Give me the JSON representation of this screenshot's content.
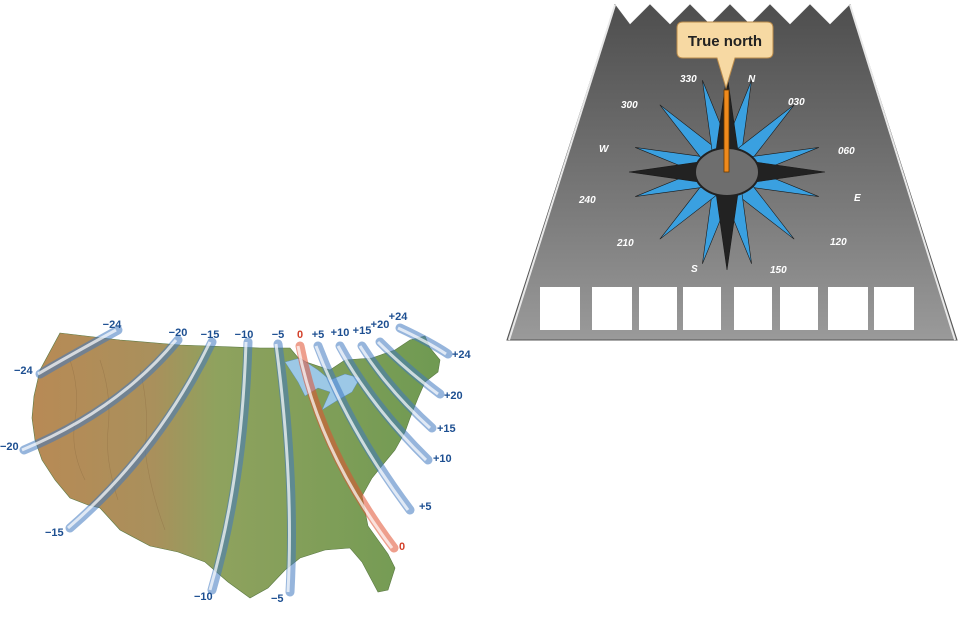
{
  "map": {
    "isogonic_lines": [
      {
        "id": "w24",
        "top": "−24",
        "bottom": "−24"
      },
      {
        "id": "w20",
        "top": "−20",
        "bottom": "−20"
      },
      {
        "id": "w15",
        "top": "−15",
        "bottom": "−15"
      },
      {
        "id": "w10",
        "top": "−10",
        "bottom": "−10"
      },
      {
        "id": "w5",
        "top": "−5",
        "bottom": "−5"
      },
      {
        "id": "zero",
        "top": "0",
        "bottom": "0"
      },
      {
        "id": "e5",
        "top": "+5",
        "bottom": "+5"
      },
      {
        "id": "e10",
        "top": "+10",
        "bottom": "+10"
      },
      {
        "id": "e15",
        "top": "+15",
        "bottom": "+15"
      },
      {
        "id": "e20",
        "top": "+20",
        "bottom": "+20"
      },
      {
        "id": "e24",
        "top": "+24",
        "bottom": "+24"
      }
    ],
    "colors": {
      "land": "#6f9a52",
      "water": "#9cc8e6",
      "line_blue": "#3f78c0",
      "line_red": "#e0502f"
    }
  },
  "compass": {
    "callout": "True north",
    "labels": {
      "n": "N",
      "e": "E",
      "s": "S",
      "w": "W",
      "d030": "030",
      "d060": "060",
      "d120": "120",
      "d150": "150",
      "d210": "210",
      "d240": "240",
      "d300": "300",
      "d330": "330"
    },
    "colors": {
      "runway": "#6b6b6b",
      "rose_blue": "#3aa0e0",
      "rose_dark": "#222222",
      "callout_bg": "#f7d9a3",
      "needle": "#f08a1c"
    }
  }
}
